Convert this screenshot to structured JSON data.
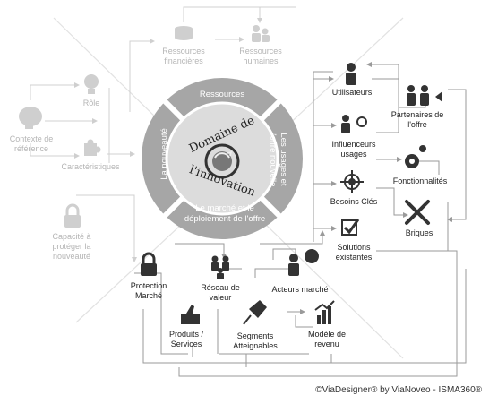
{
  "center": {
    "line1": "Domaine de",
    "line2": "l'innovation"
  },
  "quadrants": {
    "top": "Ressources",
    "right_line1": "Les usages et",
    "right_line2": "l'offre nouvelle",
    "bottom_line1": "Le marché et le",
    "bottom_line2": "déploiement de l'offre",
    "left": "La nouveauté"
  },
  "nodes": {
    "ressources_financieres": [
      "Ressources",
      "financières"
    ],
    "ressources_humaines": [
      "Ressources",
      "humaines"
    ],
    "role": "Rôle",
    "contexte": [
      "Contexte de",
      "référence"
    ],
    "caracteristiques": "Caractéristiques",
    "capacite": [
      "Capacité à",
      "protéger la",
      "nouveauté"
    ],
    "utilisateurs": "Utilisateurs",
    "partenaires": [
      "Partenaires de",
      "l'offre"
    ],
    "influenceurs": [
      "Influenceurs",
      "usages"
    ],
    "fonctionnalites": "Fonctionnalités",
    "besoins": "Besoins Clés",
    "briques": "Briques",
    "solutions": [
      "Solutions",
      "existantes"
    ],
    "protection": [
      "Protection",
      "Marché"
    ],
    "reseau": [
      "Réseau de",
      "valeur"
    ],
    "acteurs": "Acteurs marché",
    "produits": [
      "Produits /",
      "Services"
    ],
    "segments": [
      "Segments",
      "Atteignables"
    ],
    "modele": [
      "Modèle de",
      "revenu"
    ]
  },
  "copyright": "©ViaDesigner® by ViaNoveo - ISMA360®",
  "colors": {
    "ring_outer": "#a6a6a6",
    "ring_inner": "#8c8c8c",
    "disk": "#dcdcdc",
    "icon_dark": "#333333",
    "icon_faded": "#c8c8c8",
    "arrow": "#999999"
  }
}
